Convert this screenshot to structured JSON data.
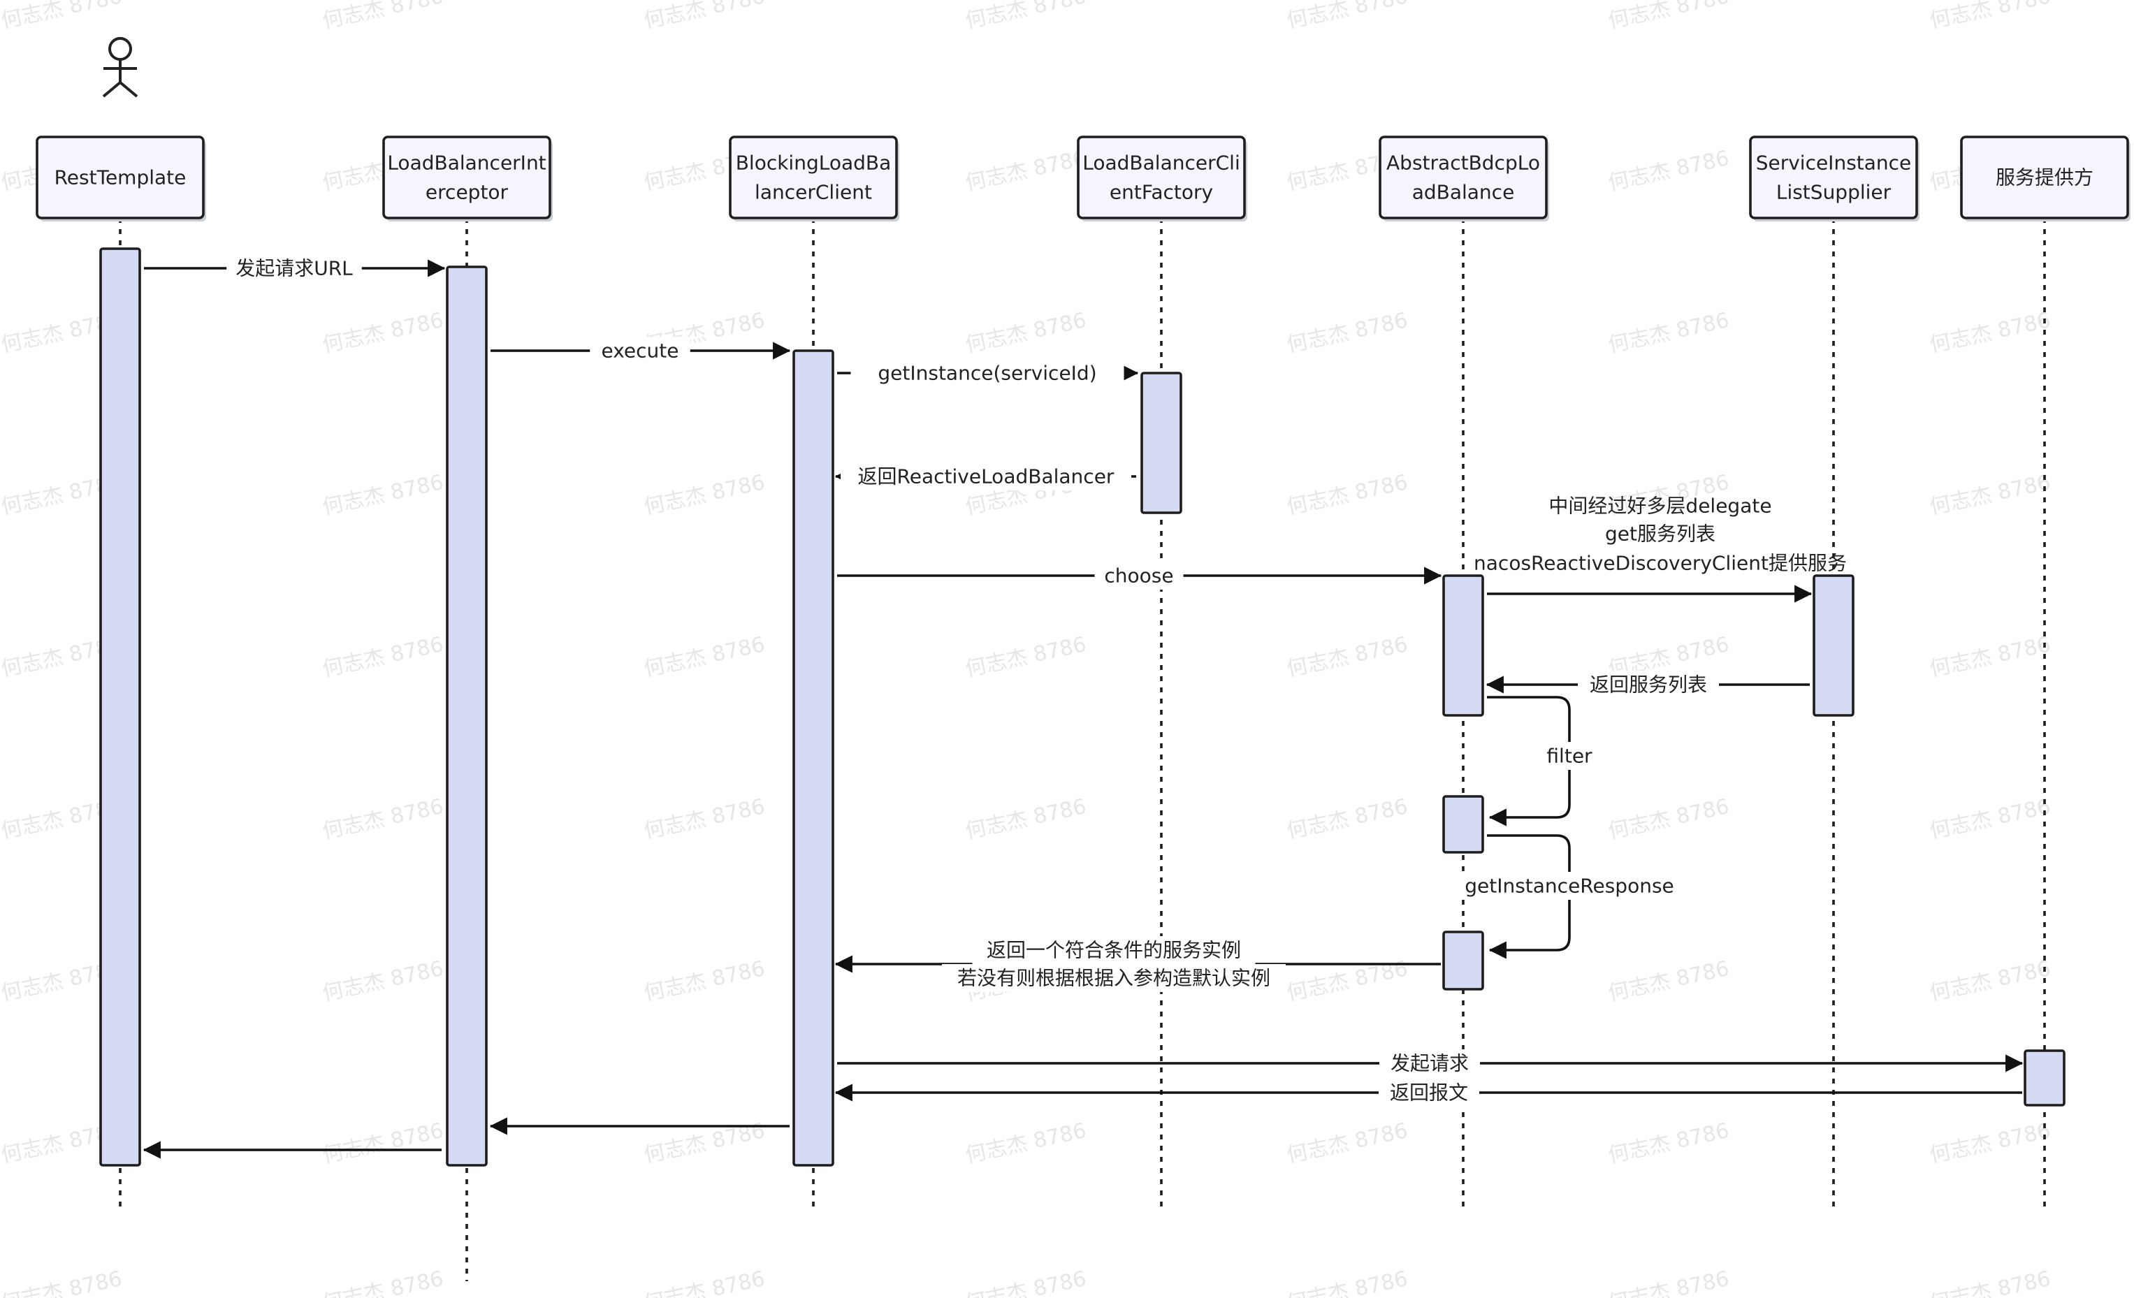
{
  "diagram": {
    "type": "sequence",
    "watermark": "何志杰 8786",
    "participants": [
      {
        "id": "rest",
        "label": [
          "RestTemplate"
        ],
        "actor": true
      },
      {
        "id": "lbi",
        "label": [
          "LoadBalancerInt",
          "erceptor"
        ]
      },
      {
        "id": "blc",
        "label": [
          "BlockingLoadBa",
          "lancerClient"
        ]
      },
      {
        "id": "lcf",
        "label": [
          "LoadBalancerCli",
          "entFactory"
        ]
      },
      {
        "id": "abl",
        "label": [
          "AbstractBdcpLo",
          "adBalance"
        ]
      },
      {
        "id": "sis",
        "label": [
          "ServiceInstance",
          "ListSupplier"
        ]
      },
      {
        "id": "prov",
        "label": [
          "服务提供方"
        ]
      }
    ],
    "messages": [
      {
        "from": "rest",
        "to": "lbi",
        "label": [
          "发起请求URL"
        ],
        "style": "solid"
      },
      {
        "from": "lbi",
        "to": "blc",
        "label": [
          "execute"
        ],
        "style": "solid"
      },
      {
        "from": "blc",
        "to": "lcf",
        "label": [
          "getInstance(serviceId)"
        ],
        "style": "solid"
      },
      {
        "from": "lcf",
        "to": "blc",
        "label": [
          "返回ReactiveLoadBalancer"
        ],
        "style": "solid"
      },
      {
        "from": "blc",
        "to": "abl",
        "label": [
          "choose"
        ],
        "style": "solid"
      },
      {
        "from": "abl",
        "to": "sis",
        "label": [
          "中间经过好多层delegate",
          "get服务列表",
          "nacosReactiveDiscoveryClient提供服务"
        ],
        "style": "solid"
      },
      {
        "from": "sis",
        "to": "abl",
        "label": [
          "返回服务列表"
        ],
        "style": "solid"
      },
      {
        "from": "abl",
        "to": "abl",
        "label": [
          "filter"
        ],
        "style": "self"
      },
      {
        "from": "abl",
        "to": "abl",
        "label": [
          "getInstanceResponse"
        ],
        "style": "self"
      },
      {
        "from": "abl",
        "to": "blc",
        "label": [
          "返回一个符合条件的服务实例",
          "若没有则根据根据入参构造默认实例"
        ],
        "style": "solid"
      },
      {
        "from": "blc",
        "to": "prov",
        "label": [
          "发起请求"
        ],
        "style": "solid"
      },
      {
        "from": "prov",
        "to": "blc",
        "label": [
          "返回报文"
        ],
        "style": "solid"
      },
      {
        "from": "blc",
        "to": "lbi",
        "label": [],
        "style": "solid"
      },
      {
        "from": "lbi",
        "to": "rest",
        "label": [],
        "style": "solid"
      }
    ]
  }
}
